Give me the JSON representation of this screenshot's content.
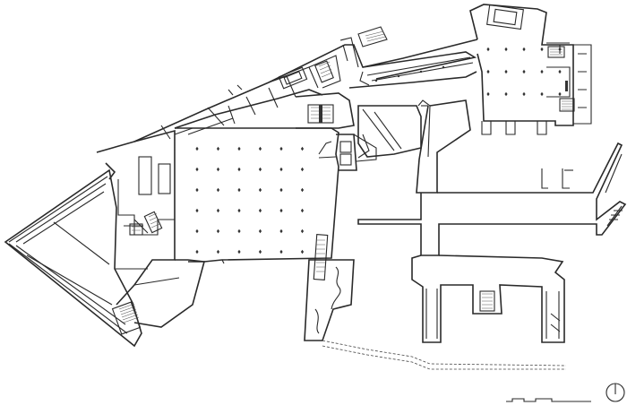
{
  "drawing": {
    "kind": "floor-plan",
    "columns_hall": {
      "rows": 6,
      "cols": 6
    },
    "columns_east_hall": {
      "rows": 3,
      "cols": 5
    }
  },
  "legend": {
    "scale_bar_segments": 5,
    "north_arrow": "north-arrow-icon"
  },
  "colors": {
    "line": "#2a2a2a",
    "background": "#ffffff"
  }
}
